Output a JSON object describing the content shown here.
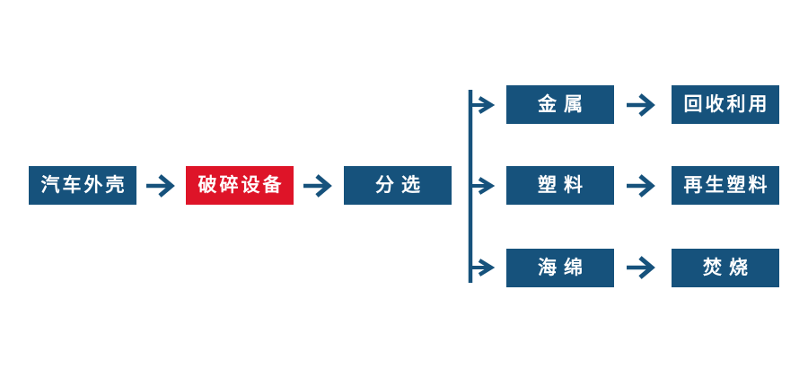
{
  "diagram": {
    "type": "flowchart",
    "description": "Car shell recycling process flow",
    "colors": {
      "node_blue": "#16527C",
      "node_red": "#DE1428",
      "arrow_blue": "#16527C",
      "label_text": "#FFFFFF",
      "background": "#FFFFFF"
    },
    "nodes": {
      "car_shell": {
        "label": "汽车外壳",
        "color": "blue"
      },
      "crushing_equipment": {
        "label": "破碎设备",
        "color": "red"
      },
      "sorting": {
        "label": "分选",
        "color": "blue"
      },
      "metal": {
        "label": "金属",
        "color": "blue"
      },
      "recycle_reuse": {
        "label": "回收利用",
        "color": "blue"
      },
      "plastic": {
        "label": "塑料",
        "color": "blue"
      },
      "recycled_plastic": {
        "label": "再生塑料",
        "color": "blue"
      },
      "sponge": {
        "label": "海绵",
        "color": "blue"
      },
      "incineration": {
        "label": "焚烧",
        "color": "blue"
      }
    },
    "edges": [
      {
        "from": "汽车外壳",
        "to": "破碎设备"
      },
      {
        "from": "破碎设备",
        "to": "分选"
      },
      {
        "from": "分选",
        "to": "金属"
      },
      {
        "from": "分选",
        "to": "塑料"
      },
      {
        "from": "分选",
        "to": "海绵"
      },
      {
        "from": "金属",
        "to": "回收利用"
      },
      {
        "from": "塑料",
        "to": "再生塑料"
      },
      {
        "from": "海绵",
        "to": "焚烧"
      }
    ]
  }
}
